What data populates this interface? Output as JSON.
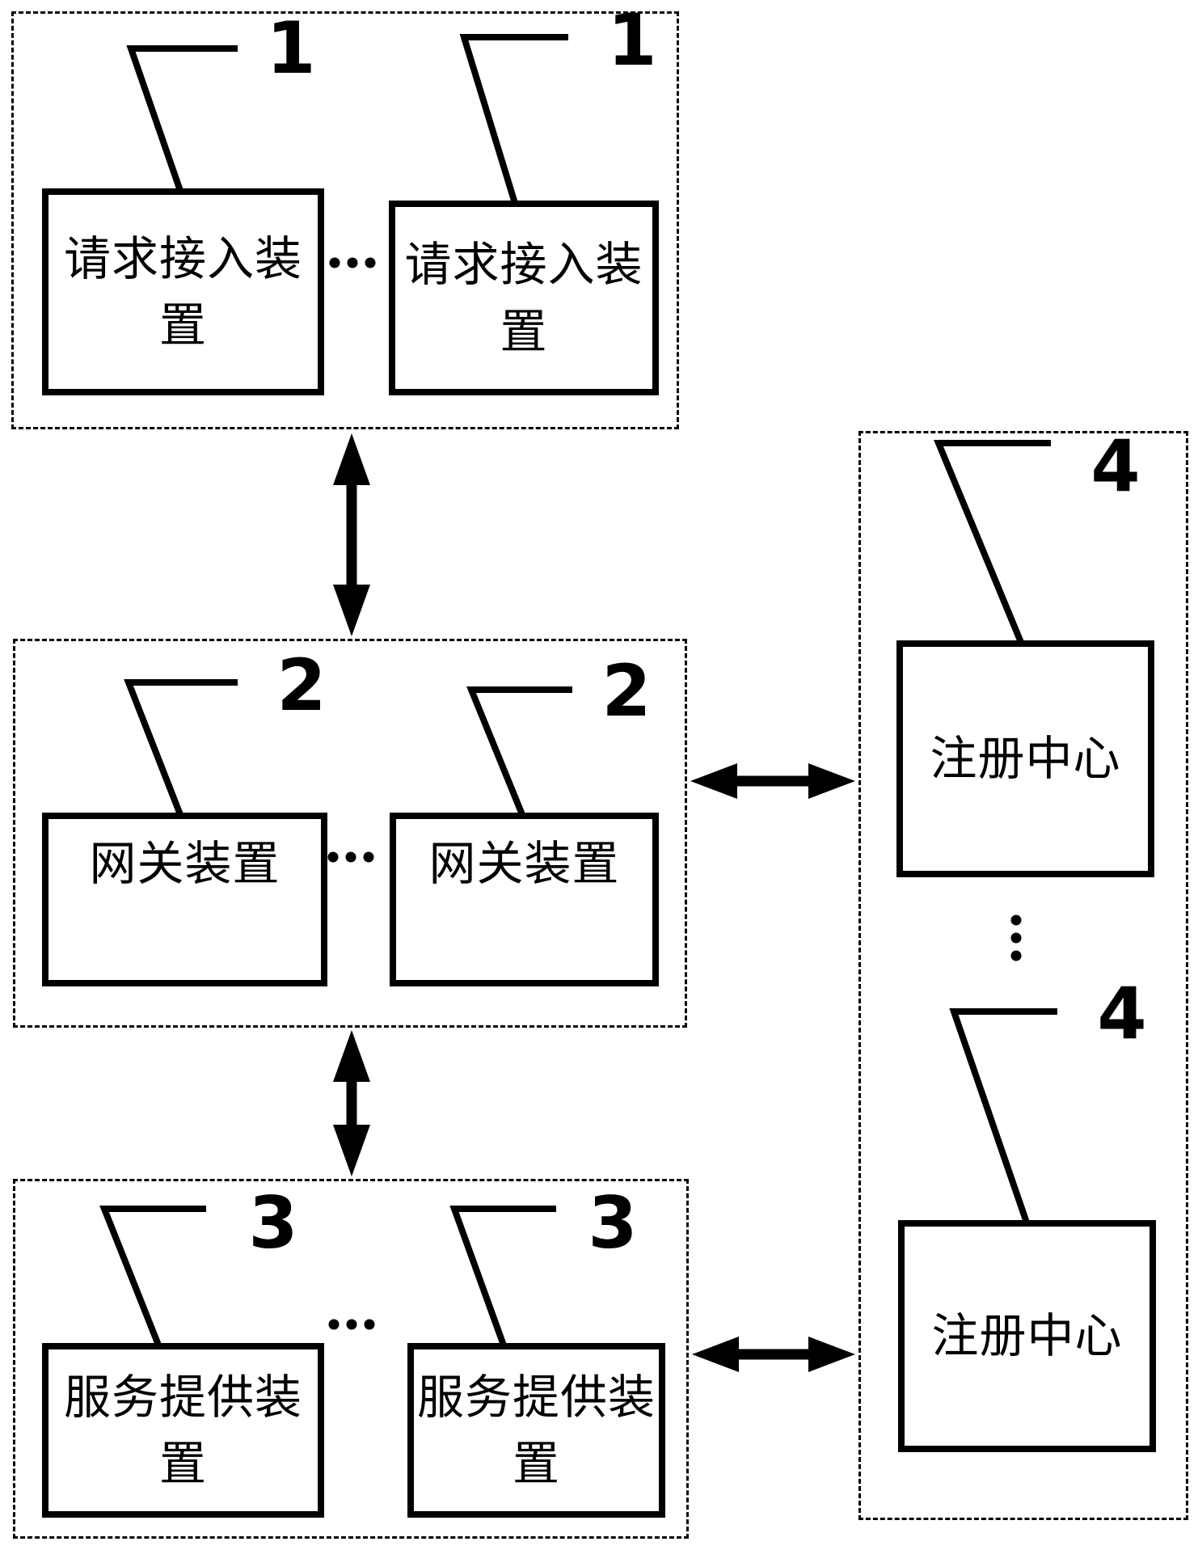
{
  "colors": {
    "background": "#ffffff",
    "line": "#000000"
  },
  "groups": [
    {
      "name": "request-access-devices",
      "boxes": [
        {
          "label": "请求接入装置",
          "ref": "1"
        },
        {
          "label": "请求接入装置",
          "ref": "1"
        }
      ]
    },
    {
      "name": "gateway-devices",
      "boxes": [
        {
          "label": "网关装置",
          "ref": "2"
        },
        {
          "label": "网关装置",
          "ref": "2"
        }
      ]
    },
    {
      "name": "service-provider-devices",
      "boxes": [
        {
          "label": "服务提供装置",
          "ref": "3"
        },
        {
          "label": "服务提供装置",
          "ref": "3"
        }
      ]
    },
    {
      "name": "registry-centers",
      "boxes": [
        {
          "label": "注册中心",
          "ref": "4"
        },
        {
          "label": "注册中心",
          "ref": "4"
        }
      ]
    }
  ]
}
